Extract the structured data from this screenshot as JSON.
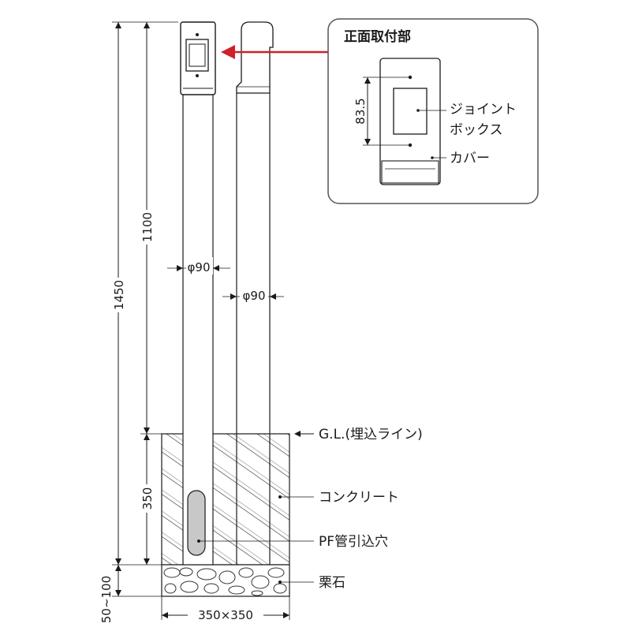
{
  "dimensions": {
    "total_height": "1450",
    "above_ground_height": "1100",
    "burial_depth": "350",
    "gravel_depth": "50~100",
    "base_size": "350×350",
    "pole_a_diameter": "φ90",
    "pole_b_diameter": "φ90"
  },
  "labels": {
    "ground_line": "G.L.(埋込ライン)",
    "concrete": "コンクリート",
    "pf_hole": "PF管引込穴",
    "gravel": "栗石"
  },
  "detail": {
    "title": "正面取付部",
    "box_spacing": "83.5",
    "joint_box_line1": "ジョイント",
    "joint_box_line2": "ボックス",
    "cover": "カバー"
  },
  "colors": {
    "line": "#1a1a1a",
    "arrow": "#d0202a",
    "pf_hole_fill": "#c8c8c8",
    "detail_frame": "#555555"
  }
}
